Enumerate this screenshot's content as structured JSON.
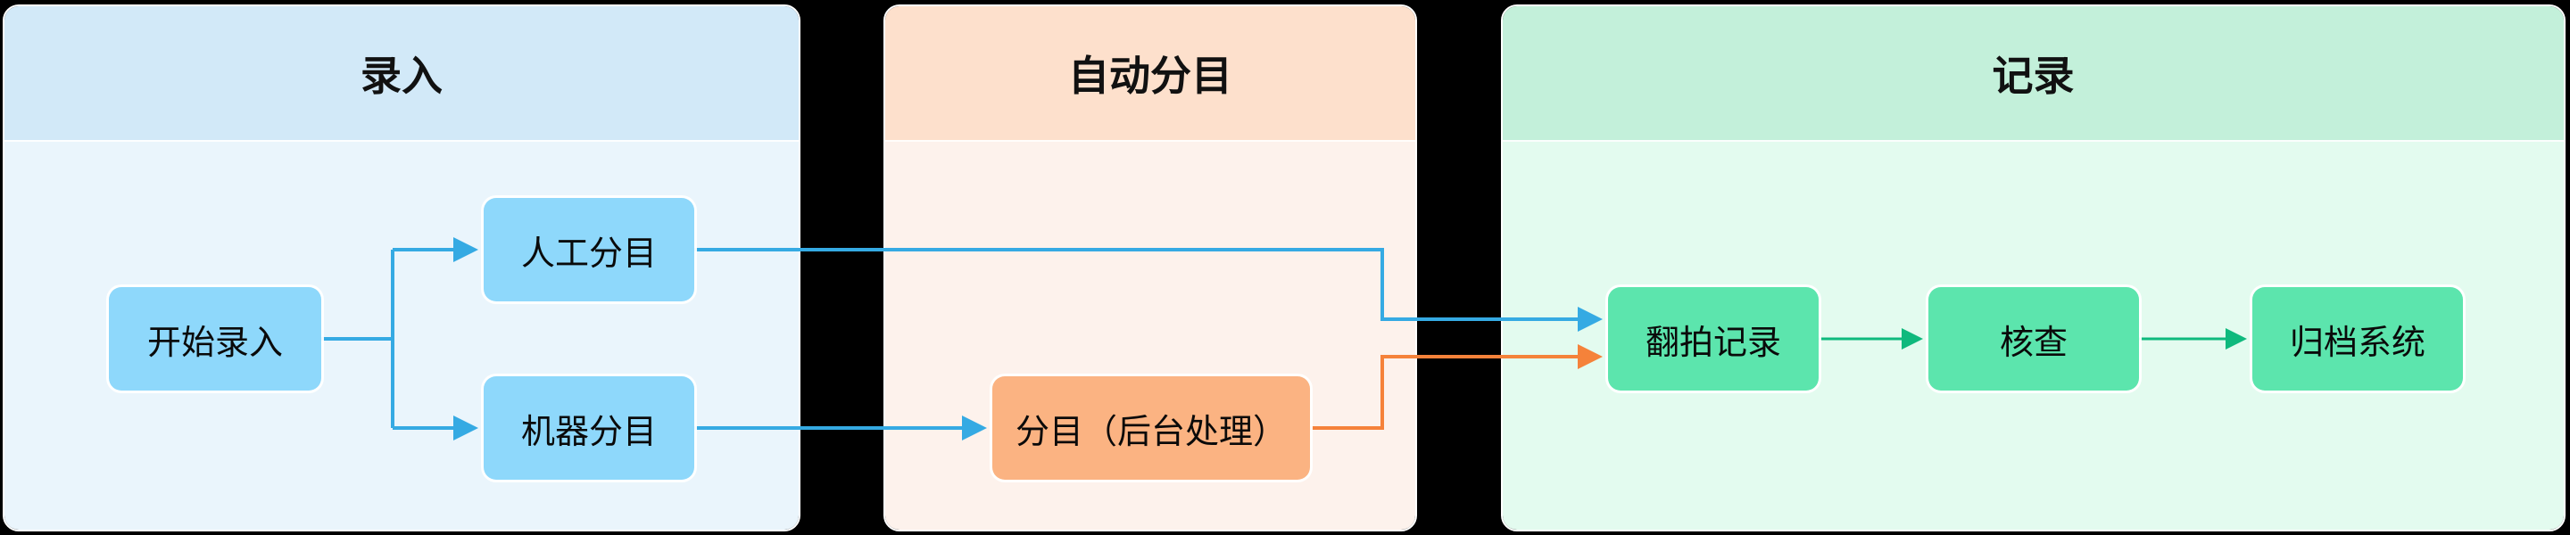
{
  "canvas": {
    "background_color": "#000000",
    "diagram_type": "swimlane-flowchart"
  },
  "colors": {
    "lane_entry_header": "#d2e9f8",
    "lane_entry_body": "#eaf5fc",
    "lane_auto_header": "#fde0cc",
    "lane_auto_body": "#fdf2ec",
    "lane_record_header": "#c3f0da",
    "lane_record_body": "#e3fbef",
    "node_blue": "#8ed8fb",
    "node_orange": "#fbb382",
    "node_green": "#5ce5ad",
    "edge_blue": "#35aae3",
    "edge_orange": "#f5823a",
    "edge_green": "#0fb97d",
    "text": "#0a0a0a"
  },
  "lanes": [
    {
      "title": "录入"
    },
    {
      "title": "自动分目"
    },
    {
      "title": "记录"
    }
  ],
  "nodes": [
    {
      "label": "开始录入",
      "lane": "录入",
      "color": "#8ed8fb"
    },
    {
      "label": "人工分目",
      "lane": "录入",
      "color": "#8ed8fb"
    },
    {
      "label": "机器分目",
      "lane": "录入",
      "color": "#8ed8fb"
    },
    {
      "label": "分目（后台处理）",
      "lane": "自动分目",
      "color": "#fbb382"
    },
    {
      "label": "翻拍记录",
      "lane": "记录",
      "color": "#5ce5ad"
    },
    {
      "label": "核查",
      "lane": "记录",
      "color": "#5ce5ad"
    },
    {
      "label": "归档系统",
      "lane": "记录",
      "color": "#5ce5ad"
    }
  ],
  "edges": [
    {
      "from": "开始录入",
      "to": "人工分目",
      "color": "#35aae3"
    },
    {
      "from": "开始录入",
      "to": "机器分目",
      "color": "#35aae3"
    },
    {
      "from": "人工分目",
      "to": "翻拍记录",
      "color": "#35aae3"
    },
    {
      "from": "机器分目",
      "to": "分目（后台处理）",
      "color": "#35aae3"
    },
    {
      "from": "分目（后台处理）",
      "to": "翻拍记录",
      "color": "#f5823a"
    },
    {
      "from": "翻拍记录",
      "to": "核查",
      "color": "#0fb97d"
    },
    {
      "from": "核查",
      "to": "归档系统",
      "color": "#0fb97d"
    }
  ]
}
